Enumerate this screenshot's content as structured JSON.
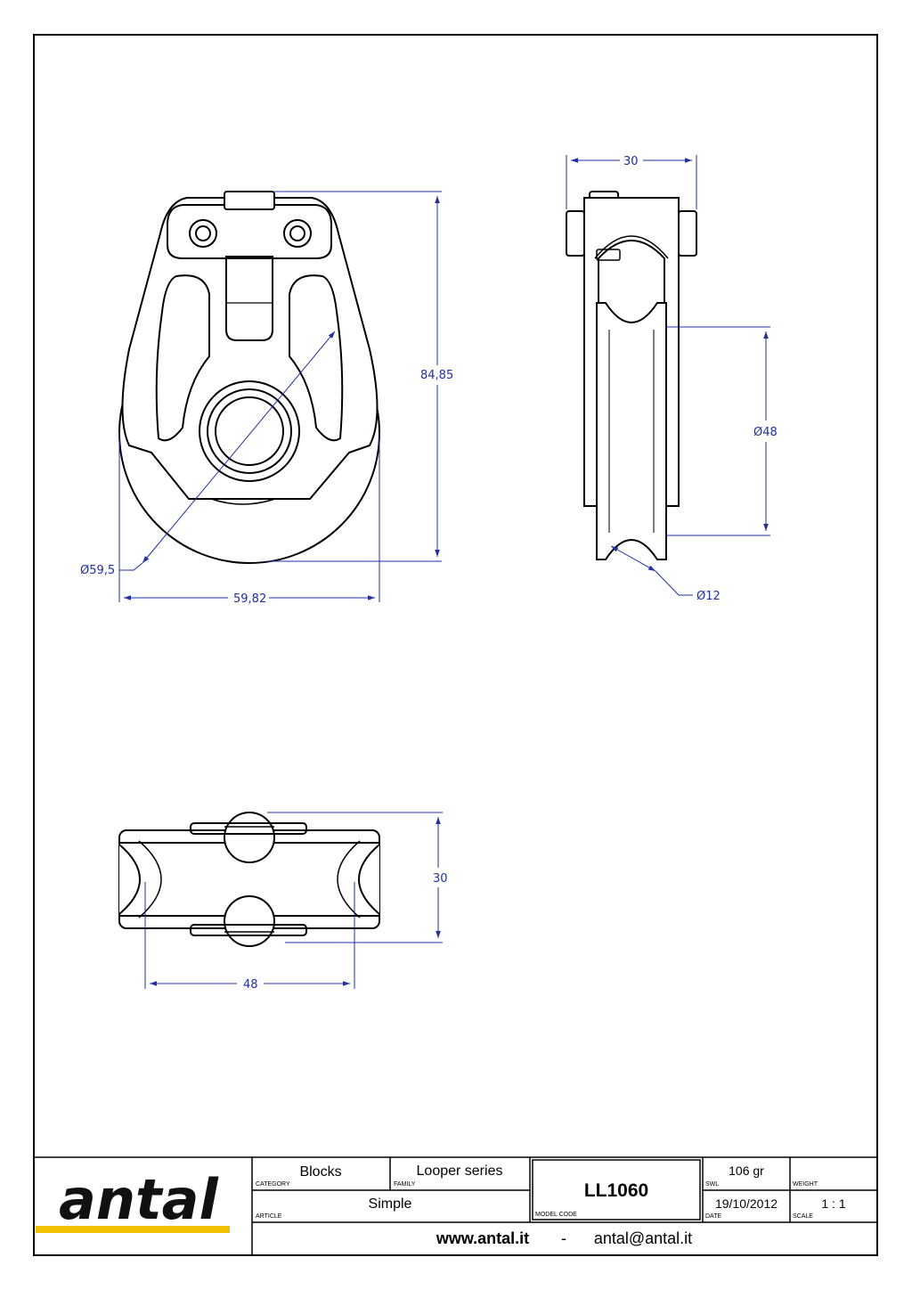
{
  "drawing": {
    "front_view": {
      "height_dim": "84,85",
      "width_dim": "59,82",
      "sheave_diameter": "Ø59,5"
    },
    "side_view": {
      "width_dim": "30",
      "diameter_48": "Ø48",
      "diameter_12": "Ø12"
    },
    "top_view": {
      "height_dim": "30",
      "width_dim": "48"
    },
    "colors": {
      "dimension": "#1f2fa8",
      "line": "#000000",
      "logo_stripe": "#f2c200"
    }
  },
  "title_block": {
    "logo": "antal",
    "category": {
      "label": "CATEGORY",
      "value": "Blocks"
    },
    "family": {
      "label": "FAMILY",
      "value": "Looper series"
    },
    "article": {
      "label": "ARTICLE",
      "value": "Simple"
    },
    "model_code": {
      "label": "MODEL CODE",
      "value": "LL1060"
    },
    "swl": {
      "label": "SWL",
      "value": "106 gr"
    },
    "weight": {
      "label": "WEIGHT",
      "value": ""
    },
    "date": {
      "label": "DATE",
      "value": "19/10/2012"
    },
    "scale": {
      "label": "SCALE",
      "value": "1 : 1"
    },
    "website": "www.antal.it",
    "separator": "-",
    "email": "antal@antal.it"
  }
}
